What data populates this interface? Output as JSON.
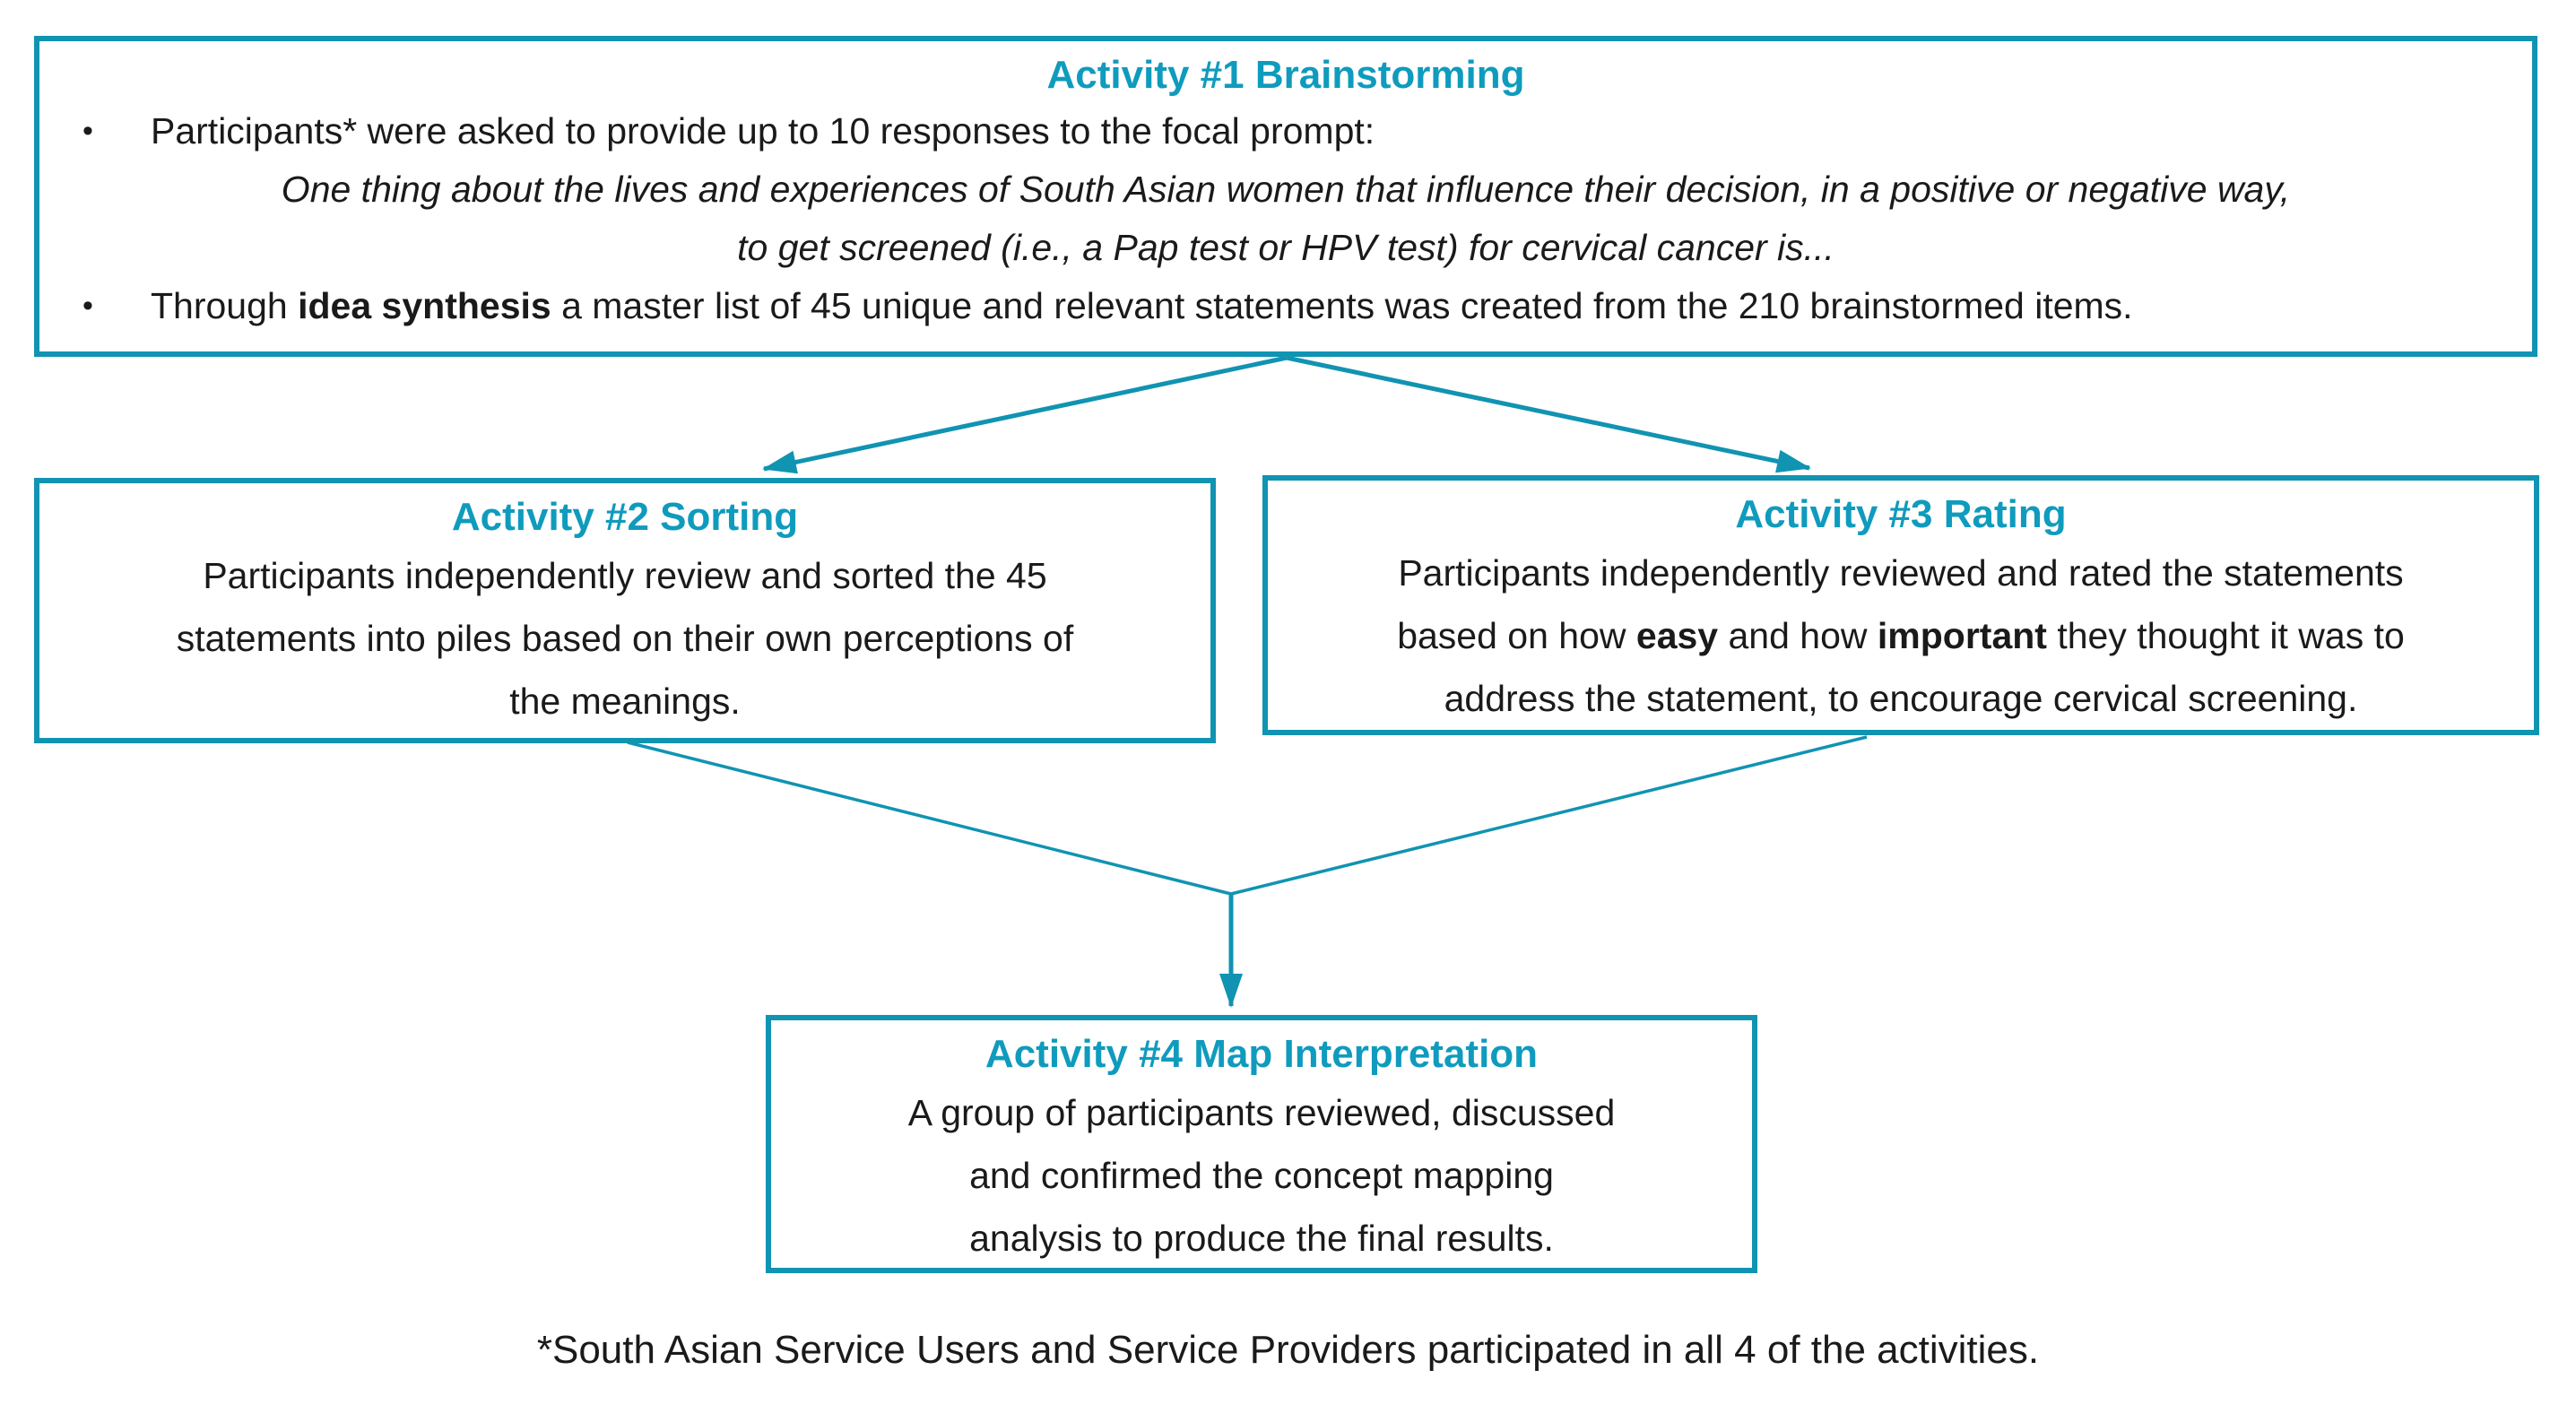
{
  "colors": {
    "accent": "#1193b2",
    "heading": "#0f9bbd",
    "text": "#1a1a1a",
    "background": "#ffffff"
  },
  "bullet_glyph": "•",
  "boxes": {
    "activity1": {
      "title": "Activity #1 Brainstorming",
      "bullet1": "Participants* were asked to provide up to 10 responses to the focal prompt:",
      "prompt_italic": "One thing about the lives and experiences of South Asian women that influence their decision, in a positive or negative way,\nto get screened (i.e., a Pap test or HPV test) for cervical cancer is...",
      "bullet2_pre": "Through ",
      "bullet2_bold": "idea synthesis",
      "bullet2_post": " a master list of 45 unique and relevant statements was created from the 210 brainstormed items."
    },
    "activity2": {
      "title": "Activity #2 Sorting",
      "body": "Participants independently review and sorted the 45\nstatements into piles based on their own perceptions of\nthe meanings."
    },
    "activity3": {
      "title": "Activity #3 Rating",
      "body_pre": "Participants independently reviewed and rated the statements\nbased on how ",
      "body_bold1": "easy",
      "body_mid": " and how ",
      "body_bold2": "important",
      "body_post": " they thought it was to\naddress the statement, to encourage cervical screening."
    },
    "activity4": {
      "title": "Activity #4 Map Interpretation",
      "body": "A group of participants reviewed, discussed\nand confirmed the concept mapping\nanalysis to produce the final results."
    }
  },
  "connections": [
    {
      "from": "activity1",
      "to": "activity2"
    },
    {
      "from": "activity1",
      "to": "activity3"
    },
    {
      "from": "activity2",
      "to": "activity4"
    },
    {
      "from": "activity3",
      "to": "activity4"
    }
  ],
  "footnote": "*South Asian Service Users and Service Providers participated in all 4 of the activities."
}
